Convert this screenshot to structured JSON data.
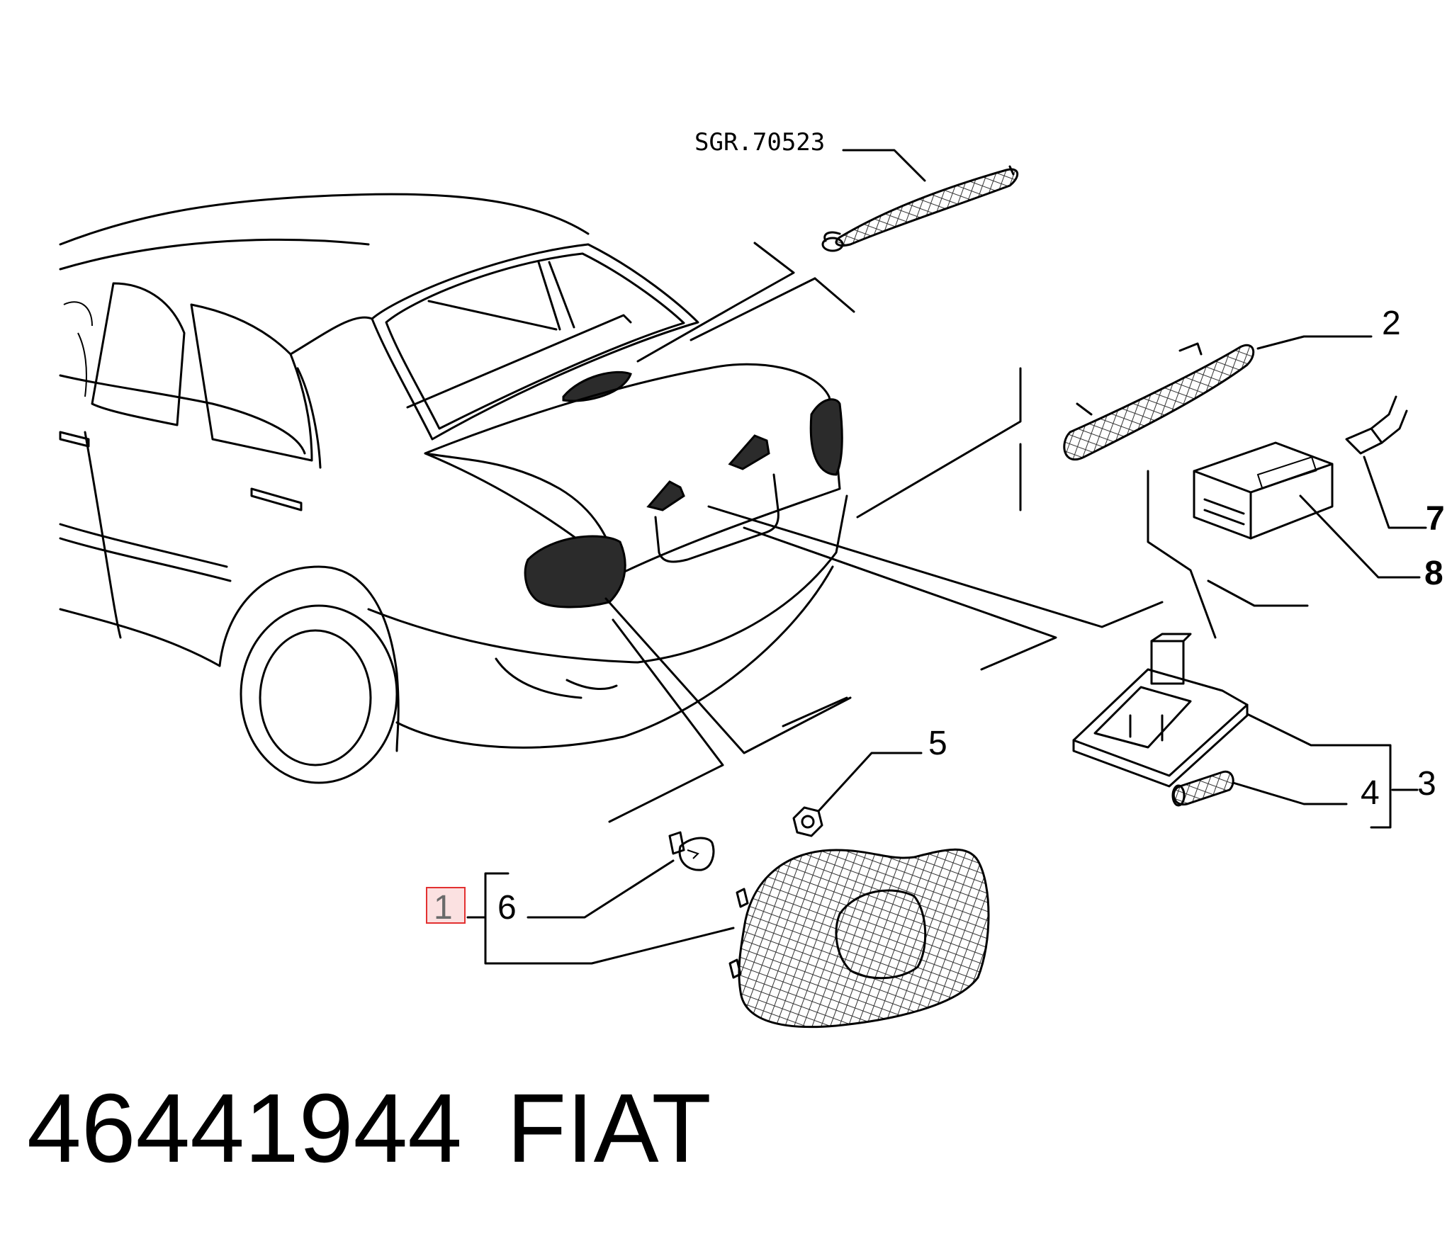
{
  "part_number": "46441944",
  "brand": "FIAT",
  "group_ref": "SGR.70523",
  "callouts": {
    "c1": "1",
    "c2": "2",
    "c3": "3",
    "c4": "4",
    "c5": "5",
    "c6": "6",
    "c7": "7",
    "c8": "8"
  },
  "highlight_color": "#e23030",
  "highlight_fill": "#fbe1e1"
}
